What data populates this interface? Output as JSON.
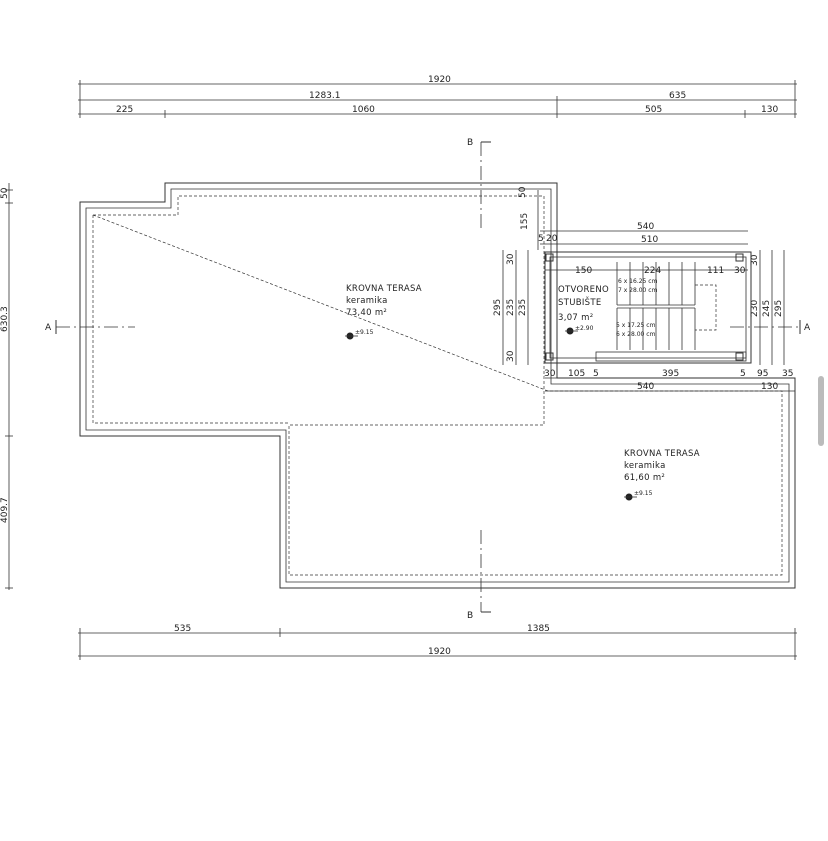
{
  "dims_top": {
    "overall": "1920",
    "seg_a": "1283.1",
    "seg_b": "635",
    "s1": "225",
    "s2": "1060",
    "s3": "505",
    "s4": "130"
  },
  "dims_bottom": {
    "s1": "535",
    "s2": "1385",
    "overall": "1920"
  },
  "dims_left": {
    "upper": "630.3",
    "lower": "409.7",
    "top": "50"
  },
  "rooms": {
    "terrace_upper": {
      "name": "KROVNA TERASA",
      "finish": "keramika",
      "area": "73,40 m²",
      "level": "±9.15"
    },
    "stair": {
      "name1": "OTVORENO",
      "name2": "STUBIŠTE",
      "area": "3,07 m²",
      "level": "±2.90"
    },
    "terrace_lower": {
      "name": "KROVNA TERASA",
      "finish": "keramika",
      "area": "61,60 m²",
      "level": "±9.15"
    }
  },
  "stair_dims": {
    "w540_top": "540",
    "w510": "510",
    "d150": "150",
    "d224": "224",
    "d111": "111",
    "d30": "30",
    "d30b": "30",
    "d105": "105",
    "d5": "5",
    "d395": "395",
    "d5b": "5",
    "d95": "95",
    "d540_bot": "540",
    "d130": "130",
    "d35": "35",
    "l155": "155",
    "l295": "295",
    "l235a": "235",
    "l235b": "235",
    "l30a": "30",
    "l30b": "30",
    "l5": "5",
    "l50": "50",
    "l20": "20",
    "r30": "30",
    "r230": "230",
    "r245": "245",
    "r295": "295",
    "stair_note1": "6 x 16.25 cm",
    "stair_note2": "7 x 28.00 cm",
    "stair_note3": "5 x 17.25 cm",
    "stair_note4": "6 x 28.00 cm"
  },
  "section_marks": {
    "a_left": "A",
    "a_right": "A",
    "b_top": "B",
    "b_bottom": "B"
  }
}
